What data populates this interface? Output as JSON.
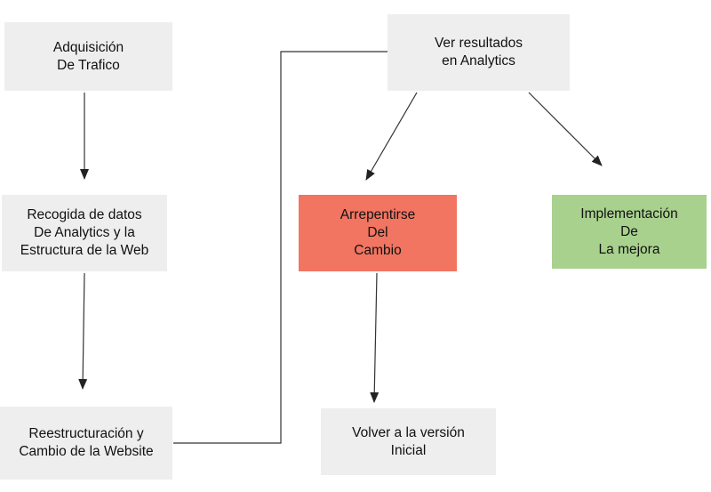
{
  "colors": {
    "default_fill": "#eeeeee",
    "regret_fill": "#f17561",
    "improve_fill": "#a9d18e",
    "edge": "#333333"
  },
  "nodes": {
    "adquisicion": {
      "lines": [
        "Adquisición",
        "De Trafico"
      ]
    },
    "recogida": {
      "lines": [
        "Recogida de datos",
        "De Analytics y la",
        "Estructura de la Web"
      ]
    },
    "reestructuracion": {
      "lines": [
        "Reestructuración y",
        "Cambio de la Website"
      ]
    },
    "ver_resultados": {
      "lines": [
        "Ver resultados",
        "en Analytics"
      ]
    },
    "arrepentirse": {
      "lines": [
        "Arrepentirse",
        "Del",
        "Cambio"
      ]
    },
    "implementacion": {
      "lines": [
        "Implementación",
        "De",
        "La mejora"
      ]
    },
    "volver": {
      "lines": [
        "Volver a la versión",
        "Inicial"
      ]
    }
  },
  "edges": [
    {
      "from": "adquisicion",
      "to": "recogida",
      "arrow": true
    },
    {
      "from": "recogida",
      "to": "reestructuracion",
      "arrow": true
    },
    {
      "from": "reestructuracion",
      "to": "ver_resultados",
      "arrow": false
    },
    {
      "from": "ver_resultados",
      "to": "arrepentirse",
      "arrow": true
    },
    {
      "from": "ver_resultados",
      "to": "implementacion",
      "arrow": true
    },
    {
      "from": "arrepentirse",
      "to": "volver",
      "arrow": true
    }
  ]
}
